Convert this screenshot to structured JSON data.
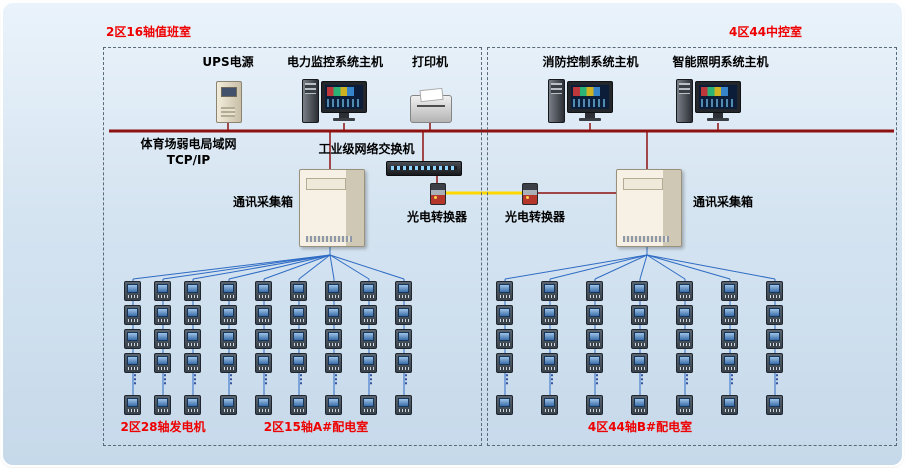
{
  "rooms": {
    "duty_room": {
      "title": "2区16轴值班室"
    },
    "control_room": {
      "title": "4区44中控室"
    }
  },
  "network": {
    "lan_name": "体育场弱电局域网",
    "lan_protocol": "TCP/IP",
    "switch_label": "工业级网络交换机"
  },
  "devices": {
    "ups": {
      "label": "UPS电源"
    },
    "power_monitor_host": {
      "label": "电力监控系统主机"
    },
    "printer": {
      "label": "打印机"
    },
    "fire_control_host": {
      "label": "消防控制系统主机"
    },
    "lighting_host": {
      "label": "智能照明系统主机"
    },
    "comm_box_left": {
      "label": "通讯采集箱"
    },
    "comm_box_right": {
      "label": "通讯采集箱"
    },
    "fiber_converter_left": {
      "label": "光电转换器"
    },
    "fiber_converter_right": {
      "label": "光电转换器"
    }
  },
  "meter_groups": [
    {
      "label": "2区28轴发电机",
      "columns": 3,
      "visible_meters_per_column": 5,
      "ellipsis": "⋮"
    },
    {
      "label": "2区15轴A#配电室",
      "columns": 6,
      "visible_meters_per_column": 5,
      "ellipsis": "⋮"
    },
    {
      "label": "4区44轴B#配电室",
      "columns": 7,
      "visible_meters_per_column": 5,
      "ellipsis": "⋮"
    }
  ],
  "colors": {
    "bus": "#8e1111",
    "fiber": "#ffd800",
    "meter_line": "#2e6bc4",
    "label_red": "#ee0000",
    "region_border": "#5a6a78",
    "panel_top": "#eaf3fb",
    "panel_bottom": "#c6d9ea"
  }
}
